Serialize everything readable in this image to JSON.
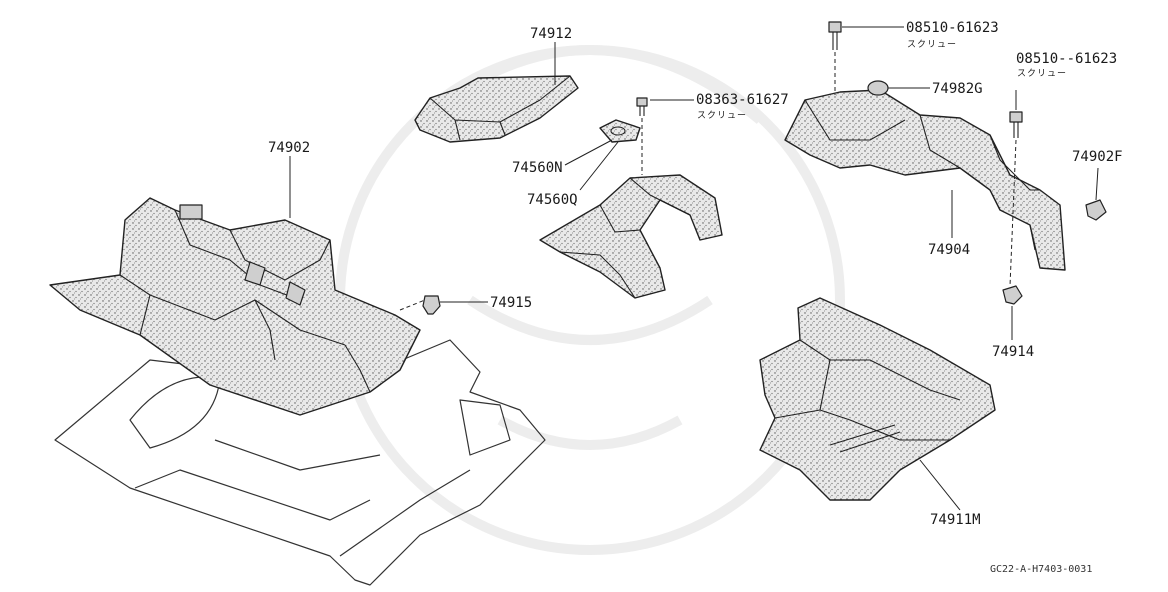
{
  "diagram": {
    "callouts": [
      {
        "id": "part-74912",
        "text": "74912"
      },
      {
        "id": "part-74902",
        "text": "74902"
      },
      {
        "id": "part-74915",
        "text": "74915"
      },
      {
        "id": "part-74560n",
        "text": "74560N"
      },
      {
        "id": "part-74560q",
        "text": "74560Q"
      },
      {
        "id": "part-08363-61627",
        "text": "08363-61627",
        "sub": "スクリュー"
      },
      {
        "id": "part-08510-61623-a",
        "text": "08510-61623",
        "sub": "スクリュー"
      },
      {
        "id": "part-08510-61623-b",
        "text": "08510--61623",
        "sub": "スクリュー"
      },
      {
        "id": "part-74982g",
        "text": "74982G"
      },
      {
        "id": "part-74902f",
        "text": "74902F"
      },
      {
        "id": "part-74904",
        "text": "74904"
      },
      {
        "id": "part-74914",
        "text": "74914"
      },
      {
        "id": "part-74911m",
        "text": "74911M"
      }
    ],
    "drawing_code": "GC22-A-H7403-0031"
  }
}
